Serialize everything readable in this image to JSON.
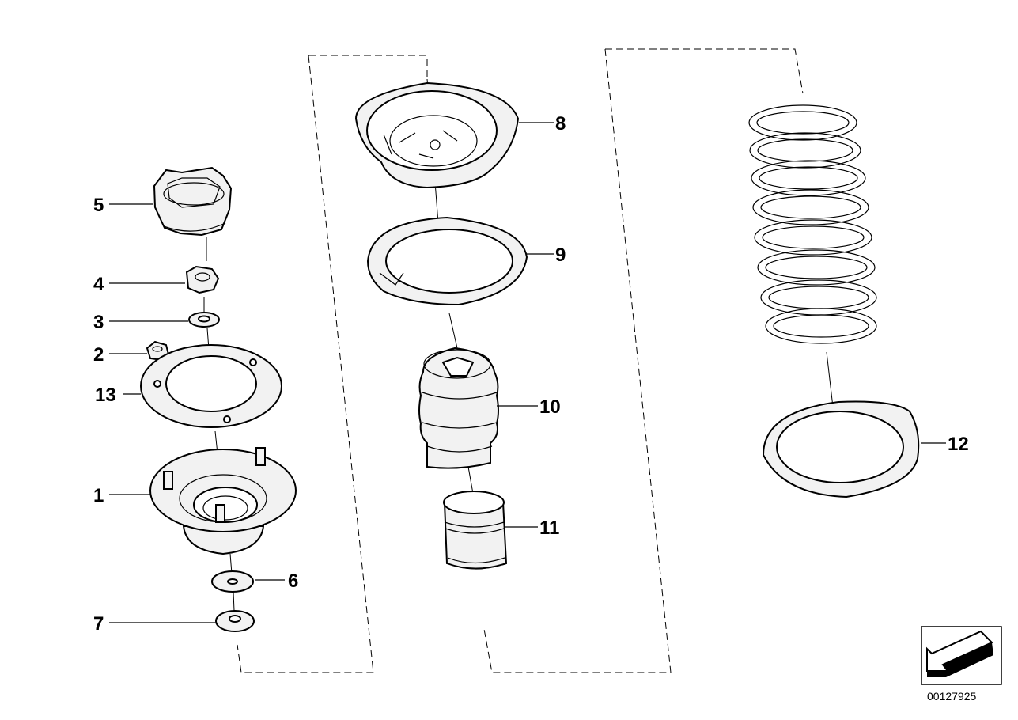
{
  "callouts": {
    "c1": "1",
    "c2": "2",
    "c3": "3",
    "c4": "4",
    "c5": "5",
    "c6": "6",
    "c7": "7",
    "c8": "8",
    "c9": "9",
    "c10": "10",
    "c11": "11",
    "c12": "12",
    "c13": "13"
  },
  "diagram_id": "00127925",
  "nav_icon": "direction-arrow-icon"
}
